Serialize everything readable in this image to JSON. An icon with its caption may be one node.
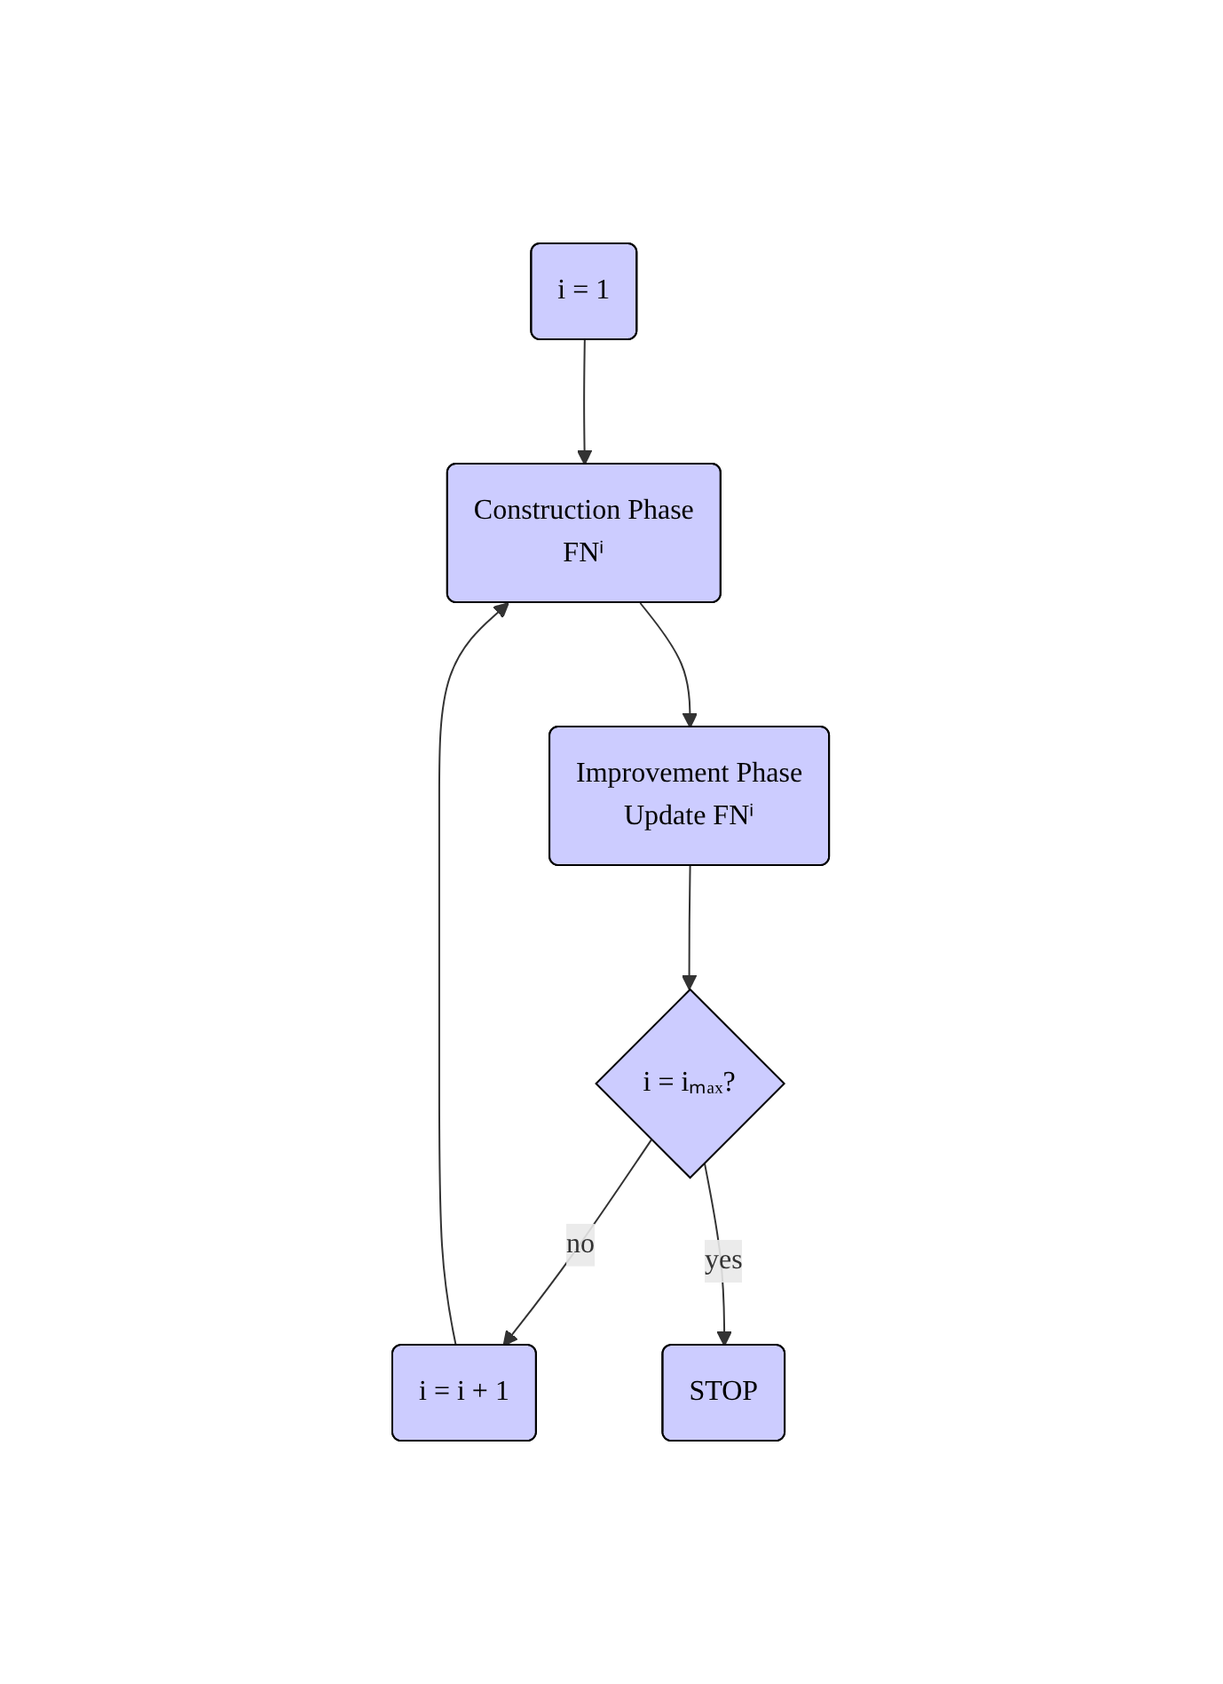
{
  "diagram": {
    "nodes": [
      {
        "text": [
          "i = 1"
        ]
      },
      {
        "text": [
          "Construction Phase",
          "FNⁱ"
        ]
      },
      {
        "text": [
          "i = i + 1"
        ]
      },
      {
        "text": [
          "Improvement Phase",
          "Update FNⁱ"
        ]
      },
      {
        "text": [
          "i = iₘₐₓ?"
        ]
      },
      {
        "text": [
          "STOP"
        ]
      }
    ],
    "edges": [
      {
        "from": 0,
        "to": 1,
        "arrow": "to"
      },
      {
        "from": 2,
        "to": 1,
        "arrow": "to"
      },
      {
        "from": 1,
        "to": 3,
        "arrow": "to"
      },
      {
        "from": 3,
        "to": 4,
        "arrow": "to"
      },
      {
        "from": 4,
        "to": 2,
        "label": "no",
        "arrow": "to"
      },
      {
        "from": 4,
        "to": 5,
        "label": "yes",
        "arrow": "to"
      }
    ]
  }
}
